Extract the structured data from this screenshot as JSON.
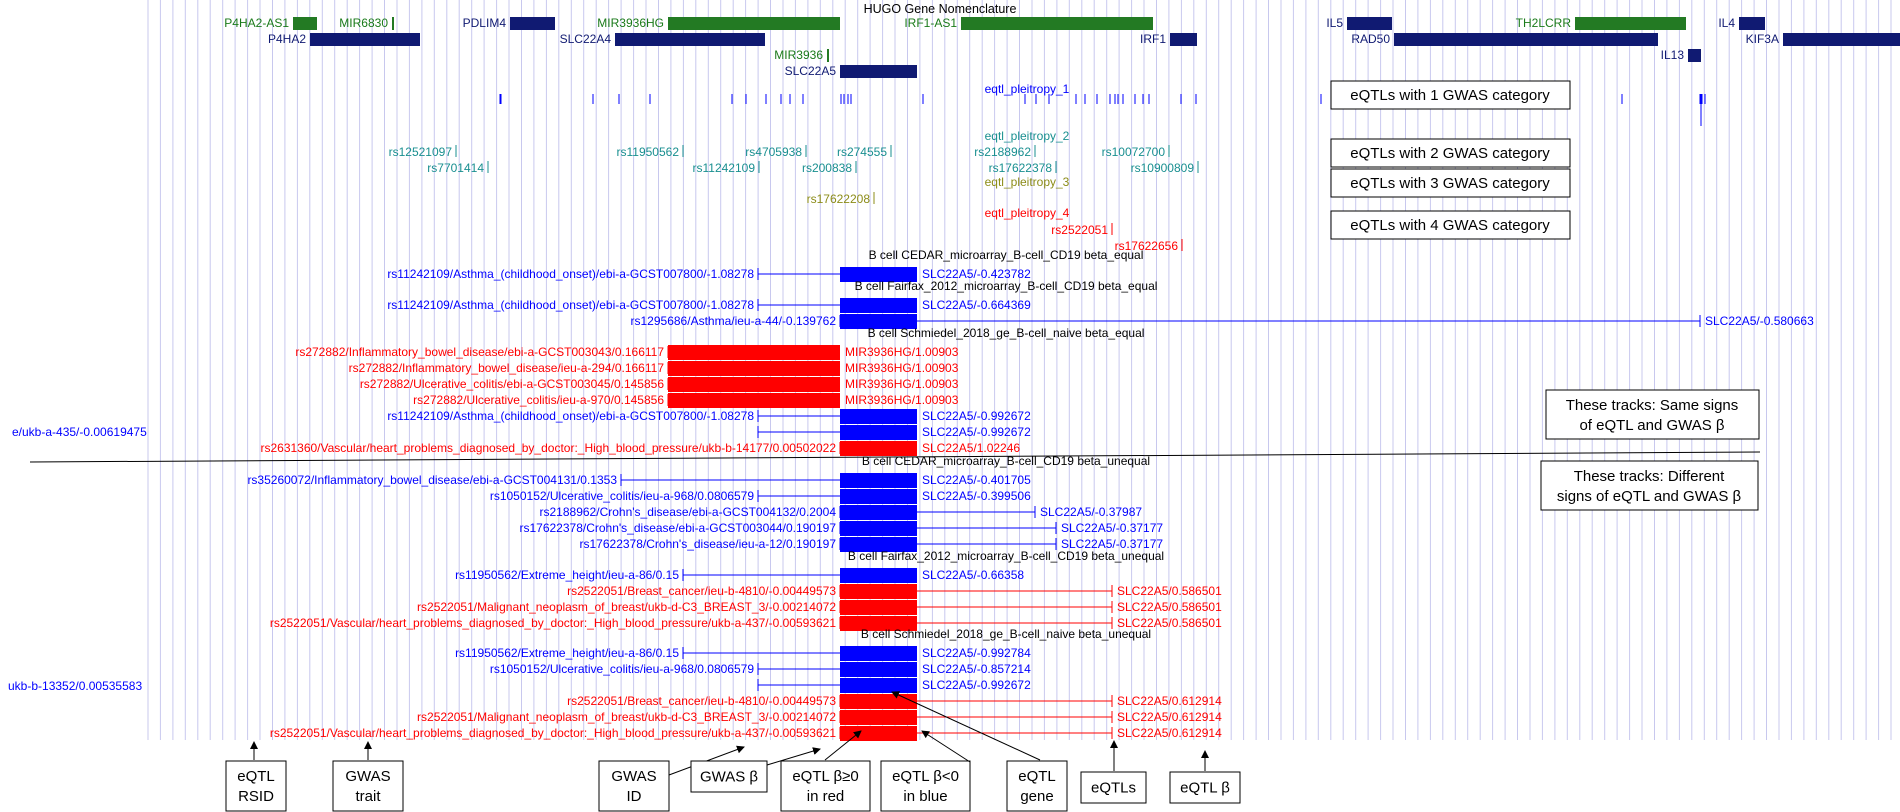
{
  "colors": {
    "green": "#1a7a1a",
    "green_block": "#237a23",
    "navy": "#101a72",
    "navy_block": "#101a72",
    "teal": "#198f90",
    "olive": "#8c8c18",
    "red": "#ff0000",
    "blue": "#0000ff",
    "black": "#000000",
    "grid": "#c8c8ee"
  },
  "hugo_title": "HUGO Gene Nomenclature",
  "genes": [
    {
      "label": "P4HA2-AS1",
      "row": 0,
      "start": 293,
      "end": 317,
      "color": "green"
    },
    {
      "label": "MIR6830",
      "row": 0,
      "start": 392,
      "end": 394,
      "color": "green"
    },
    {
      "label": "PDLIM4",
      "row": 0,
      "start": 510,
      "end": 555,
      "color": "navy"
    },
    {
      "label": "MIR3936HG",
      "row": 0,
      "start": 668,
      "end": 840,
      "color": "green"
    },
    {
      "label": "IRF1-AS1",
      "row": 0,
      "start": 961,
      "end": 1153,
      "color": "green"
    },
    {
      "label": "IL5",
      "row": 0,
      "start": 1347,
      "end": 1392,
      "color": "navy"
    },
    {
      "label": "TH2LCRR",
      "row": 0,
      "start": 1575,
      "end": 1686,
      "color": "green"
    },
    {
      "label": "IL4",
      "row": 0,
      "start": 1739,
      "end": 1765,
      "color": "navy"
    },
    {
      "label": "P4HA2",
      "row": 1,
      "start": 310,
      "end": 420,
      "color": "navy"
    },
    {
      "label": "SLC22A4",
      "row": 1,
      "start": 615,
      "end": 765,
      "color": "navy"
    },
    {
      "label": "IRF1",
      "row": 1,
      "start": 1170,
      "end": 1197,
      "color": "navy"
    },
    {
      "label": "RAD50",
      "row": 1,
      "start": 1394,
      "end": 1658,
      "color": "navy"
    },
    {
      "label": "KIF3A",
      "row": 1,
      "start": 1783,
      "end": 1900,
      "color": "navy"
    },
    {
      "label": "MIR3936",
      "row": 2,
      "start": 827,
      "end": 829,
      "color": "green"
    },
    {
      "label": "IL13",
      "row": 2,
      "start": 1688,
      "end": 1701,
      "color": "navy"
    },
    {
      "label": "SLC22A5",
      "row": 3,
      "start": 840,
      "end": 917,
      "color": "navy"
    }
  ],
  "pleiotropy": [
    {
      "title": "eqtl_pleitropy_1",
      "color": "blue",
      "ticks": [
        500,
        501,
        593,
        619,
        650,
        732,
        746,
        766,
        781,
        790,
        803,
        841,
        844,
        848,
        851,
        923,
        1025,
        1036,
        1049,
        1076,
        1085,
        1097,
        1110,
        1115,
        1118,
        1123,
        1135,
        1143,
        1149,
        1181,
        1196,
        1321,
        1622,
        1700,
        1702,
        1705,
        1701
      ],
      "snps": []
    },
    {
      "title": "eqtl_pleitropy_2",
      "color": "teal",
      "snps": [
        {
          "label": "rs12521097",
          "pos": 456,
          "row": 0
        },
        {
          "label": "rs11950562",
          "pos": 683,
          "row": 0
        },
        {
          "label": "rs4705938",
          "pos": 806,
          "row": 0
        },
        {
          "label": "rs274555",
          "pos": 891,
          "row": 0
        },
        {
          "label": "rs2188962",
          "pos": 1035,
          "row": 0
        },
        {
          "label": "rs10072700",
          "pos": 1169,
          "row": 0
        },
        {
          "label": "rs7701414",
          "pos": 488,
          "row": 1
        },
        {
          "label": "rs11242109",
          "pos": 759,
          "row": 1
        },
        {
          "label": "rs200838",
          "pos": 856,
          "row": 1
        },
        {
          "label": "rs17622378",
          "pos": 1056,
          "row": 1
        },
        {
          "label": "rs10900809",
          "pos": 1198,
          "row": 1
        }
      ]
    },
    {
      "title": "eqtl_pleitropy_3",
      "color": "olive",
      "snps": [
        {
          "label": "rs17622208",
          "pos": 874,
          "row": 0
        }
      ]
    },
    {
      "title": "eqtl_pleitropy_4",
      "color": "red",
      "snps": [
        {
          "label": "rs2522051",
          "pos": 1112,
          "row": 0
        },
        {
          "label": "rs17622656",
          "pos": 1182,
          "row": 1
        }
      ]
    }
  ],
  "category_boxes": [
    {
      "label": "eQTLs with 1 GWAS category"
    },
    {
      "label": "eQTLs with 2 GWAS category"
    },
    {
      "label": "eQTLs with 3 GWAS category"
    },
    {
      "label": "eQTLs with 4 GWAS category"
    }
  ],
  "same_signs_box": [
    "These tracks: Same signs",
    "of eQTL and GWAS β"
  ],
  "different_signs_box": [
    "These tracks: Different",
    "signs of eQTL and GWAS β"
  ],
  "left_cut_labels": [
    {
      "text": "e/ukb-a-435/-0.00619475",
      "color": "blue"
    },
    {
      "text": "ukb-b-13352/0.00535583",
      "color": "blue"
    }
  ],
  "tracks": [
    {
      "title": "B cell CEDAR_microarray_B-cell_CD19 beta_equal",
      "rows": [
        {
          "left": "rs11242109/Asthma_(childhood_onset)/ebi-a-GCST007800/-1.08278",
          "color": "blue",
          "tick": 758,
          "box_start": 840,
          "box_end": 917,
          "right": "SLC22A5/-0.423782",
          "rtick": 917
        }
      ]
    },
    {
      "title": "B cell Fairfax_2012_microarray_B-cell_CD19 beta_equal",
      "rows": [
        {
          "left": "rs11242109/Asthma_(childhood_onset)/ebi-a-GCST007800/-1.08278",
          "color": "blue",
          "tick": 758,
          "box_start": 840,
          "box_end": 917,
          "right": "SLC22A5/-0.664369",
          "rtick": 917
        },
        {
          "left": "rs1295686/Asthma/ieu-a-44/-0.139762",
          "color": "blue",
          "tick": 840,
          "box_start": 840,
          "box_end": 917,
          "right": "SLC22A5/-0.580663",
          "rtick": 1700
        }
      ]
    },
    {
      "title": "B cell Schmiedel_2018_ge_B-cell_naive beta_equal",
      "rows": [
        {
          "left": "rs272882/Inflammatory_bowel_disease/ebi-a-GCST003043/0.166117",
          "color": "red",
          "tick": 668,
          "box_start": 668,
          "box_end": 840,
          "right": "MIR3936HG/1.00903",
          "rtick": 840
        },
        {
          "left": "rs272882/Inflammatory_bowel_disease/ieu-a-294/0.166117",
          "color": "red",
          "tick": 668,
          "box_start": 668,
          "box_end": 840,
          "right": "MIR3936HG/1.00903",
          "rtick": 840
        },
        {
          "left": "rs272882/Ulcerative_colitis/ebi-a-GCST003045/0.145856",
          "color": "red",
          "tick": 668,
          "box_start": 668,
          "box_end": 840,
          "right": "MIR3936HG/1.00903",
          "rtick": 840
        },
        {
          "left": "rs272882/Ulcerative_colitis/ieu-a-970/0.145856",
          "color": "red",
          "tick": 668,
          "box_start": 668,
          "box_end": 840,
          "right": "MIR3936HG/1.00903",
          "rtick": 840
        },
        {
          "left": "rs11242109/Asthma_(childhood_onset)/ebi-a-GCST007800/-1.08278",
          "color": "blue",
          "tick": 758,
          "box_start": 840,
          "box_end": 917,
          "right": "SLC22A5/-0.992672",
          "rtick": 917
        },
        {
          "left": "",
          "color": "blue",
          "tick": 758,
          "box_start": 840,
          "box_end": 917,
          "right": "SLC22A5/-0.992672",
          "rtick": 917
        },
        {
          "left": "rs2631360/Vascular/heart_problems_diagnosed_by_doctor:_High_blood_pressure/ukb-b-14177/0.00502022",
          "color": "red",
          "tick": 840,
          "box_start": 840,
          "box_end": 917,
          "right": "SLC22A5/1.02246",
          "rtick": 917
        }
      ]
    },
    {
      "title": "B cell CEDAR_microarray_B-cell_CD19 beta_unequal",
      "rows": [
        {
          "left": "rs35260072/Inflammatory_bowel_disease/ebi-a-GCST004131/0.1353",
          "color": "blue",
          "tick": 621,
          "box_start": 840,
          "box_end": 917,
          "right": "SLC22A5/-0.401705",
          "rtick": 917
        },
        {
          "left": "rs1050152/Ulcerative_colitis/ieu-a-968/0.0806579",
          "color": "blue",
          "tick": 758,
          "box_start": 840,
          "box_end": 917,
          "right": "SLC22A5/-0.399506",
          "rtick": 917
        },
        {
          "left": "rs2188962/Crohn's_disease/ebi-a-GCST004132/0.2004",
          "color": "blue",
          "tick": 840,
          "box_start": 840,
          "box_end": 917,
          "right": "SLC22A5/-0.37987",
          "rtick": 1035
        },
        {
          "left": "rs17622378/Crohn's_disease/ebi-a-GCST003044/0.190197",
          "color": "blue",
          "tick": 840,
          "box_start": 840,
          "box_end": 917,
          "right": "SLC22A5/-0.37177",
          "rtick": 1056
        },
        {
          "left": "rs17622378/Crohn's_disease/ieu-a-12/0.190197",
          "color": "blue",
          "tick": 840,
          "box_start": 840,
          "box_end": 917,
          "right": "SLC22A5/-0.37177",
          "rtick": 1056
        }
      ]
    },
    {
      "title": "B cell Fairfax_2012_microarray_B-cell_CD19 beta_unequal",
      "rows": [
        {
          "left": "rs11950562/Extreme_height/ieu-a-86/0.15",
          "color": "blue",
          "tick": 683,
          "box_start": 840,
          "box_end": 917,
          "right": "SLC22A5/-0.66358",
          "rtick": 917
        },
        {
          "left": "rs2522051/Breast_cancer/ieu-b-4810/-0.00449573",
          "color": "red",
          "tick": 840,
          "box_start": 840,
          "box_end": 917,
          "right": "SLC22A5/0.586501",
          "rtick": 1112
        },
        {
          "left": "rs2522051/Malignant_neoplasm_of_breast/ukb-d-C3_BREAST_3/-0.00214072",
          "color": "red",
          "tick": 840,
          "box_start": 840,
          "box_end": 917,
          "right": "SLC22A5/0.586501",
          "rtick": 1112
        },
        {
          "left": "rs2522051/Vascular/heart_problems_diagnosed_by_doctor:_High_blood_pressure/ukb-a-437/-0.00593621",
          "color": "red",
          "tick": 840,
          "box_start": 840,
          "box_end": 917,
          "right": "SLC22A5/0.586501",
          "rtick": 1112
        }
      ]
    },
    {
      "title": "B cell Schmiedel_2018_ge_B-cell_naive beta_unequal",
      "rows": [
        {
          "left": "rs11950562/Extreme_height/ieu-a-86/0.15",
          "color": "blue",
          "tick": 683,
          "box_start": 840,
          "box_end": 917,
          "right": "SLC22A5/-0.992784",
          "rtick": 917
        },
        {
          "left": "rs1050152/Ulcerative_colitis/ieu-a-968/0.0806579",
          "color": "blue",
          "tick": 758,
          "box_start": 840,
          "box_end": 917,
          "right": "SLC22A5/-0.857214",
          "rtick": 917
        },
        {
          "left": "",
          "color": "blue",
          "tick": 758,
          "box_start": 840,
          "box_end": 917,
          "right": "SLC22A5/-0.992672",
          "rtick": 917
        },
        {
          "left": "rs2522051/Breast_cancer/ieu-b-4810/-0.00449573",
          "color": "red",
          "tick": 840,
          "box_start": 840,
          "box_end": 917,
          "right": "SLC22A5/0.612914",
          "rtick": 1112
        },
        {
          "left": "rs2522051/Malignant_neoplasm_of_breast/ukb-d-C3_BREAST_3/-0.00214072",
          "color": "red",
          "tick": 840,
          "box_start": 840,
          "box_end": 917,
          "right": "SLC22A5/0.612914",
          "rtick": 1112
        },
        {
          "left": "rs2522051/Vascular/heart_problems_diagnosed_by_doctor:_High_blood_pressure/ukb-a-437/-0.00593621",
          "color": "red",
          "tick": 840,
          "box_start": 840,
          "box_end": 917,
          "right": "SLC22A5/0.612914",
          "rtick": 1112
        }
      ]
    }
  ],
  "legend": [
    {
      "lines": [
        "eQTL",
        "RSID"
      ]
    },
    {
      "lines": [
        "GWAS",
        "trait"
      ]
    },
    {
      "lines": [
        "GWAS",
        "ID"
      ]
    },
    {
      "lines": [
        "GWAS β"
      ]
    },
    {
      "lines": [
        "eQTL β≥0",
        "in red"
      ]
    },
    {
      "lines": [
        "eQTL β<0",
        "in blue"
      ]
    },
    {
      "lines": [
        "eQTL",
        "gene"
      ]
    },
    {
      "lines": [
        "eQTLs"
      ]
    },
    {
      "lines": [
        "eQTL β"
      ]
    }
  ]
}
